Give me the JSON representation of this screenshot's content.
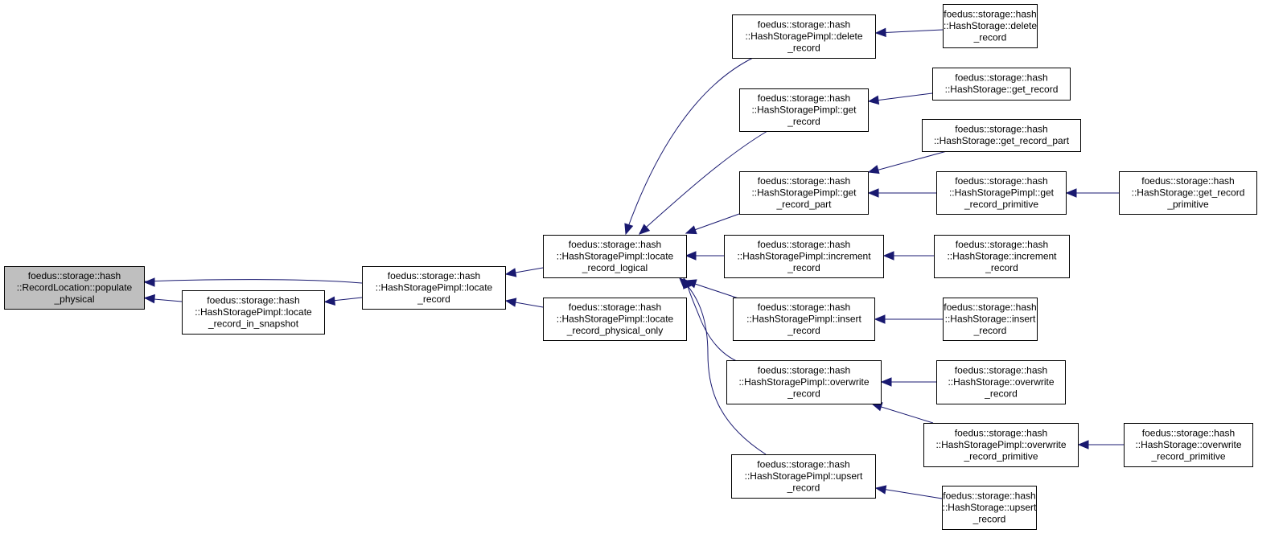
{
  "graph": {
    "nodes": [
      {
        "id": "n0",
        "lines": [
          "foedus::storage::hash",
          "::RecordLocation::populate",
          "_physical"
        ],
        "highlight": true
      },
      {
        "id": "n1",
        "lines": [
          "foedus::storage::hash",
          "::HashStoragePimpl::locate",
          "_record_in_snapshot"
        ]
      },
      {
        "id": "n2",
        "lines": [
          "foedus::storage::hash",
          "::HashStoragePimpl::locate",
          "_record"
        ]
      },
      {
        "id": "n3",
        "lines": [
          "foedus::storage::hash",
          "::HashStoragePimpl::locate",
          "_record_logical"
        ]
      },
      {
        "id": "n4",
        "lines": [
          "foedus::storage::hash",
          "::HashStoragePimpl::locate",
          "_record_physical_only"
        ]
      },
      {
        "id": "n5",
        "lines": [
          "foedus::storage::hash",
          "::HashStoragePimpl::delete",
          "_record"
        ]
      },
      {
        "id": "n6",
        "lines": [
          "foedus::storage::hash",
          "::HashStoragePimpl::get",
          "_record"
        ]
      },
      {
        "id": "n7",
        "lines": [
          "foedus::storage::hash",
          "::HashStoragePimpl::get",
          "_record_part"
        ]
      },
      {
        "id": "n8",
        "lines": [
          "foedus::storage::hash",
          "::HashStoragePimpl::increment",
          "_record"
        ]
      },
      {
        "id": "n9",
        "lines": [
          "foedus::storage::hash",
          "::HashStoragePimpl::insert",
          "_record"
        ]
      },
      {
        "id": "n10",
        "lines": [
          "foedus::storage::hash",
          "::HashStoragePimpl::overwrite",
          "_record"
        ]
      },
      {
        "id": "n11",
        "lines": [
          "foedus::storage::hash",
          "::HashStoragePimpl::upsert",
          "_record"
        ]
      },
      {
        "id": "n12",
        "lines": [
          "foedus::storage::hash",
          "::HashStorage::delete",
          "_record"
        ]
      },
      {
        "id": "n13",
        "lines": [
          "foedus::storage::hash",
          "::HashStorage::get_record"
        ]
      },
      {
        "id": "n14",
        "lines": [
          "foedus::storage::hash",
          "::HashStorage::get_record_part"
        ]
      },
      {
        "id": "n15",
        "lines": [
          "foedus::storage::hash",
          "::HashStoragePimpl::get",
          "_record_primitive"
        ]
      },
      {
        "id": "n16",
        "lines": [
          "foedus::storage::hash",
          "::HashStorage::get_record",
          "_primitive"
        ]
      },
      {
        "id": "n17",
        "lines": [
          "foedus::storage::hash",
          "::HashStorage::increment",
          "_record"
        ]
      },
      {
        "id": "n18",
        "lines": [
          "foedus::storage::hash",
          "::HashStorage::insert",
          "_record"
        ]
      },
      {
        "id": "n19",
        "lines": [
          "foedus::storage::hash",
          "::HashStorage::overwrite",
          "_record"
        ]
      },
      {
        "id": "n20",
        "lines": [
          "foedus::storage::hash",
          "::HashStoragePimpl::overwrite",
          "_record_primitive"
        ]
      },
      {
        "id": "n21",
        "lines": [
          "foedus::storage::hash",
          "::HashStorage::overwrite",
          "_record_primitive"
        ]
      },
      {
        "id": "n22",
        "lines": [
          "foedus::storage::hash",
          "::HashStorage::upsert",
          "_record"
        ]
      }
    ],
    "edges": [
      {
        "from": "n2",
        "to": "n0"
      },
      {
        "from": "n1",
        "to": "n0"
      },
      {
        "from": "n2",
        "to": "n1"
      },
      {
        "from": "n3",
        "to": "n2"
      },
      {
        "from": "n4",
        "to": "n2"
      },
      {
        "from": "n5",
        "to": "n3"
      },
      {
        "from": "n6",
        "to": "n3"
      },
      {
        "from": "n7",
        "to": "n3"
      },
      {
        "from": "n8",
        "to": "n3"
      },
      {
        "from": "n9",
        "to": "n3"
      },
      {
        "from": "n10",
        "to": "n3"
      },
      {
        "from": "n11",
        "to": "n3"
      },
      {
        "from": "n12",
        "to": "n5"
      },
      {
        "from": "n13",
        "to": "n6"
      },
      {
        "from": "n14",
        "to": "n7"
      },
      {
        "from": "n15",
        "to": "n7"
      },
      {
        "from": "n16",
        "to": "n15"
      },
      {
        "from": "n17",
        "to": "n8"
      },
      {
        "from": "n18",
        "to": "n9"
      },
      {
        "from": "n19",
        "to": "n10"
      },
      {
        "from": "n20",
        "to": "n10"
      },
      {
        "from": "n21",
        "to": "n20"
      },
      {
        "from": "n22",
        "to": "n11"
      }
    ]
  }
}
